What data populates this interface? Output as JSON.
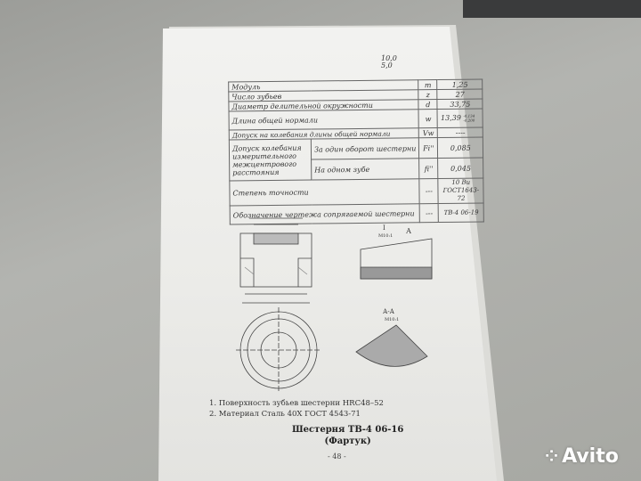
{
  "surface_roughness": {
    "upper": "10,0",
    "lower": "5,0"
  },
  "spec_table": {
    "rows": [
      {
        "label": "Модуль",
        "symbol": "m",
        "value": "1,25"
      },
      {
        "label": "Число зубьев",
        "symbol": "z",
        "value": "27"
      },
      {
        "label": "Диаметр делительной окружности",
        "symbol": "d",
        "value": "33,75"
      },
      {
        "label": "Длина общей нормали",
        "symbol": "w",
        "value": "13,39",
        "tol_upper": "-0,134",
        "tol_lower": "-0,200"
      },
      {
        "label": "Допуск на колебания длины общей нормали",
        "symbol": "Vw",
        "value": "----"
      },
      {
        "label": "Допуск колебания измерительного межцентрового расстояния",
        "sub": "За один оборот шестерни",
        "symbol": "Fi''",
        "value": "0,085"
      },
      {
        "sub": "На одном зубе",
        "symbol": "fi''",
        "value": "0,045"
      },
      {
        "label": "Степень точности",
        "symbol": "---",
        "value": "10 Bu ГОСТ1643-72"
      },
      {
        "label": "Обозначение чертежа сопрягаемой шестерни",
        "symbol": "---",
        "value": "ТВ-4 06-19"
      }
    ]
  },
  "drawing": {
    "view_i": "I",
    "section": "А-А",
    "scale": "М10:1",
    "label_a": "А"
  },
  "notes": [
    "1. Поверхность зубьев шестерни HRC48–52",
    "2. Материал Сталь 40Х ГОСТ 4543-71"
  ],
  "title": "Шестерня  ТВ-4 06-16",
  "subtitle": "(Фартук)",
  "page_number": "- 48 -",
  "watermark": "Avito"
}
